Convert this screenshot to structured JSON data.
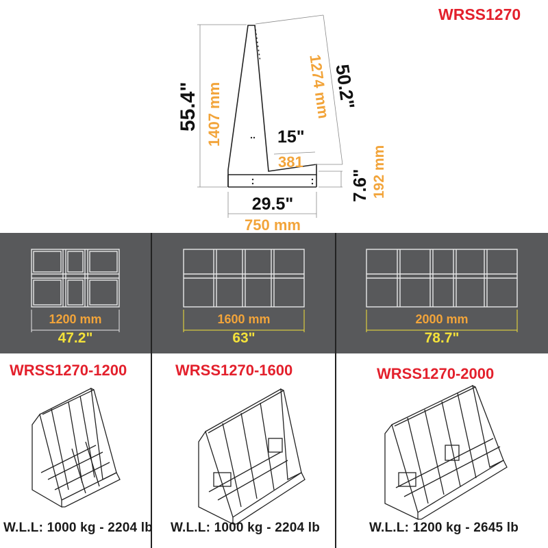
{
  "header": {
    "model": "WRSS1270"
  },
  "side_view": {
    "height_in": "55.4\"",
    "height_mm": "1407 mm",
    "slant_in": "50.2\"",
    "slant_mm": "1274 mm",
    "shelf_in": "15\"",
    "shelf_mm": "381",
    "base_h_in": "7.6\"",
    "base_h_mm": "192 mm",
    "depth_in": "29.5\"",
    "depth_mm": "750 mm"
  },
  "variants": [
    {
      "length_mm": "1200 mm",
      "length_in": "47.2\"",
      "model": "WRSS1270-1200",
      "wll": "W.L.L: 1000 kg - 2204 lb"
    },
    {
      "length_mm": "1600 mm",
      "length_in": "63\"",
      "model": "WRSS1270-1600",
      "wll": "W.L.L: 1000 kg - 2204 lb"
    },
    {
      "length_mm": "2000 mm",
      "length_in": "78.7\"",
      "model": "WRSS1270-2000",
      "wll": "W.L.L: 1200 kg - 2645 lb"
    }
  ],
  "colors": {
    "brand_red": "#e3202c",
    "dim_orange": "#f2a43a",
    "dim_yellow": "#f4e23a",
    "band_gray": "#58595b"
  }
}
